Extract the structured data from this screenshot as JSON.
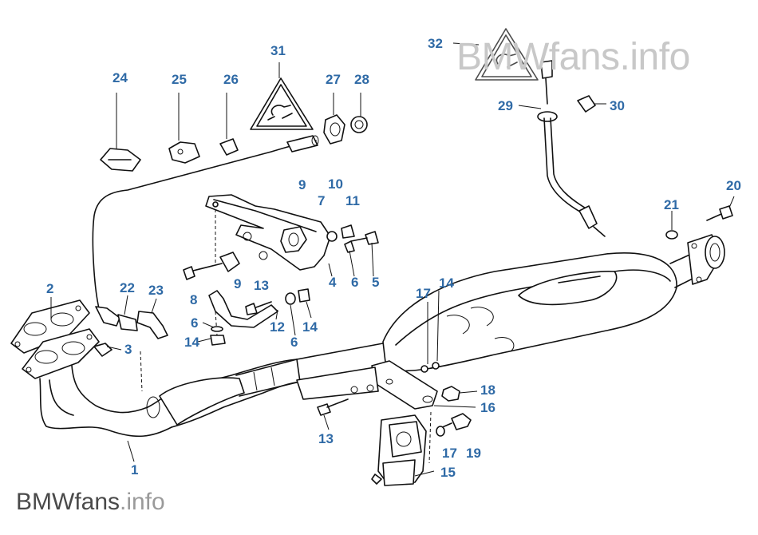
{
  "watermark": {
    "top_brand": "BMWfans",
    "top_domain": ".info",
    "bottom_brand": "BMWfans",
    "bottom_domain": ".info"
  },
  "callouts": [
    {
      "id": "c1",
      "label": "1"
    },
    {
      "id": "c2",
      "label": "2"
    },
    {
      "id": "c3",
      "label": "3"
    },
    {
      "id": "c4",
      "label": "4"
    },
    {
      "id": "c5",
      "label": "5"
    },
    {
      "id": "c6a",
      "label": "6"
    },
    {
      "id": "c6b",
      "label": "6"
    },
    {
      "id": "c6c",
      "label": "6"
    },
    {
      "id": "c7",
      "label": "7"
    },
    {
      "id": "c8",
      "label": "8"
    },
    {
      "id": "c9a",
      "label": "9"
    },
    {
      "id": "c9b",
      "label": "9"
    },
    {
      "id": "c10",
      "label": "10"
    },
    {
      "id": "c11",
      "label": "11"
    },
    {
      "id": "c12",
      "label": "12"
    },
    {
      "id": "c13a",
      "label": "13"
    },
    {
      "id": "c13b",
      "label": "13"
    },
    {
      "id": "c14a",
      "label": "14"
    },
    {
      "id": "c14b",
      "label": "14"
    },
    {
      "id": "c14c",
      "label": "14"
    },
    {
      "id": "c15",
      "label": "15"
    },
    {
      "id": "c16",
      "label": "16"
    },
    {
      "id": "c17a",
      "label": "17"
    },
    {
      "id": "c17b",
      "label": "17"
    },
    {
      "id": "c18",
      "label": "18"
    },
    {
      "id": "c19",
      "label": "19"
    },
    {
      "id": "c20",
      "label": "20"
    },
    {
      "id": "c21",
      "label": "21"
    },
    {
      "id": "c22",
      "label": "22"
    },
    {
      "id": "c23",
      "label": "23"
    },
    {
      "id": "c24",
      "label": "24"
    },
    {
      "id": "c25",
      "label": "25"
    },
    {
      "id": "c26",
      "label": "26"
    },
    {
      "id": "c27",
      "label": "27"
    },
    {
      "id": "c28",
      "label": "28"
    },
    {
      "id": "c29",
      "label": "29"
    },
    {
      "id": "c30",
      "label": "30"
    },
    {
      "id": "c31",
      "label": "31"
    },
    {
      "id": "c32",
      "label": "32"
    }
  ],
  "colors": {
    "callout": "#2f6aa6",
    "line": "#111111",
    "watermark_light": "#c8c8c8",
    "watermark_dark": "#4a4a4a"
  },
  "icons": [
    "warning-triangle-icon",
    "lambda-sensor-icon"
  ]
}
